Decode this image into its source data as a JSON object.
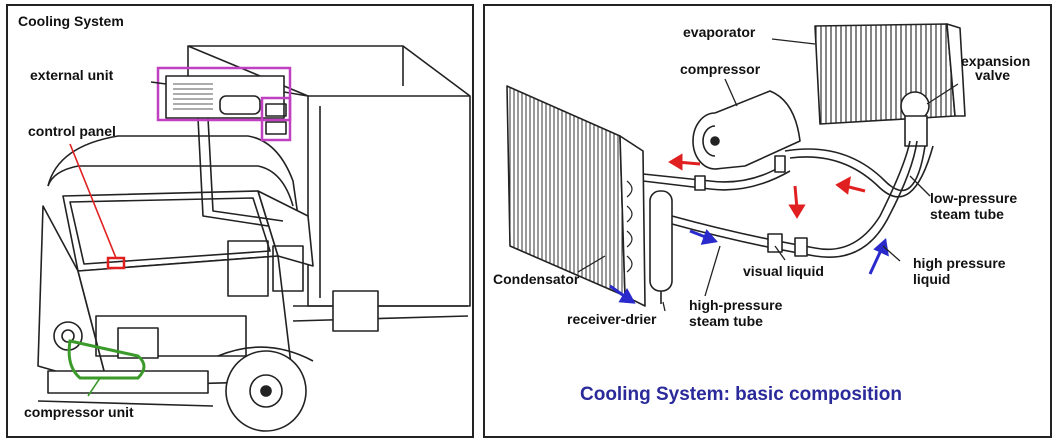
{
  "left_panel": {
    "title": "Cooling System",
    "labels": {
      "external_unit": "external unit",
      "control_panel": "control panel",
      "compressor_unit": "compressor unit"
    }
  },
  "right_panel": {
    "labels": {
      "evaporator": "evaporator",
      "compressor": "compressor",
      "expansion_valve_line1": "expansion",
      "expansion_valve_line2": "valve",
      "low_pressure_line1": "low-pressure",
      "low_pressure_line2": "steam tube",
      "condensator": "Condensator",
      "visual_liquid": "visual liquid",
      "high_pressure_liquid_line1": "high pressure",
      "high_pressure_liquid_line2": "liquid",
      "high_pressure_steam_line1": "high-pressure",
      "high_pressure_steam_line2": "steam tube",
      "receiver_drier": "receiver-drier"
    },
    "caption": "Cooling System: basic composition"
  },
  "colors": {
    "external_unit_highlight": "#c040c0",
    "control_panel_highlight": "#e02020",
    "compressor_unit_highlight": "#3a9a2a",
    "hot_flow_arrow": "#e02020",
    "cold_flow_arrow": "#2a2acc",
    "caption": "#2a2a9a"
  }
}
